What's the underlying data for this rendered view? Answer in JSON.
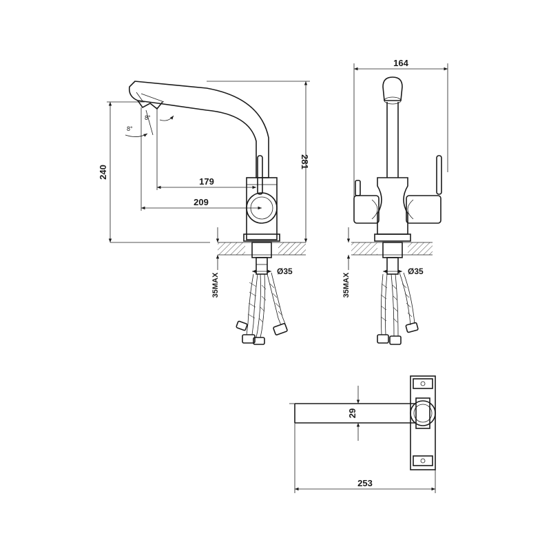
{
  "dimensions": {
    "spout_height": "240",
    "total_height": "281",
    "reach_inner": "179",
    "reach_outer": "209",
    "front_width": "164",
    "pipe_diameter": "29",
    "spout_length": "253",
    "hole_side": "Ø35",
    "hole_front": "Ø35",
    "counter_max_side": "35MAX",
    "counter_max_front": "35MAX"
  },
  "angles": {
    "angle_upper": "8°",
    "angle_lower": "8°"
  }
}
